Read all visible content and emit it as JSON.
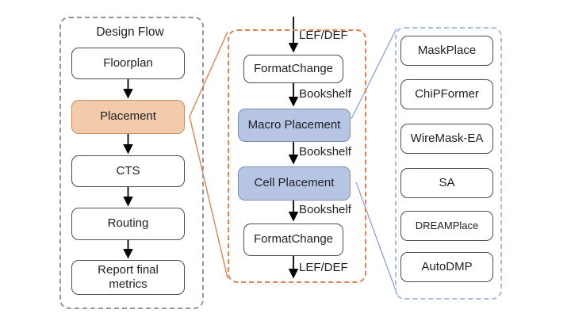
{
  "diagram": {
    "left_panel": {
      "title": "Design Flow",
      "boxes": [
        {
          "label": "Floorplan",
          "highlight": false
        },
        {
          "label": "Placement",
          "highlight": true
        },
        {
          "label": "CTS",
          "highlight": false
        },
        {
          "label": "Routing",
          "highlight": false
        },
        {
          "label": "Report final metrics",
          "highlight": false
        }
      ]
    },
    "middle_panel": {
      "boxes": [
        {
          "label": "FormatChange",
          "highlight": false
        },
        {
          "label": "Macro Placement",
          "highlight": true
        },
        {
          "label": "Cell Placement",
          "highlight": true
        },
        {
          "label": "FormatChange",
          "highlight": false
        }
      ],
      "edge_labels": [
        "LEF/DEF",
        "Bookshelf",
        "Bookshelf",
        "Bookshelf",
        "LEF/DEF"
      ]
    },
    "right_panel": {
      "items": [
        "MaskPlace",
        "ChiPFormer",
        "WireMask-EA",
        "SA",
        "DREAMPlace",
        "AutoDMP"
      ]
    },
    "colors": {
      "highlight_orange_fill": "#F2CBAB",
      "highlight_orange_border": "#C1926A",
      "highlight_blue_fill": "#B7C5E5",
      "highlight_blue_border": "#7D8BAF",
      "panel_gray_border": "#969696",
      "panel_orange_border": "#E0834E",
      "panel_blue_border": "#A8BCE0",
      "conn_blue": "#8CA3D4",
      "box_border": "#4D4D4D",
      "arrow_color": "#000000",
      "text_color": "#1F1F1F"
    }
  }
}
